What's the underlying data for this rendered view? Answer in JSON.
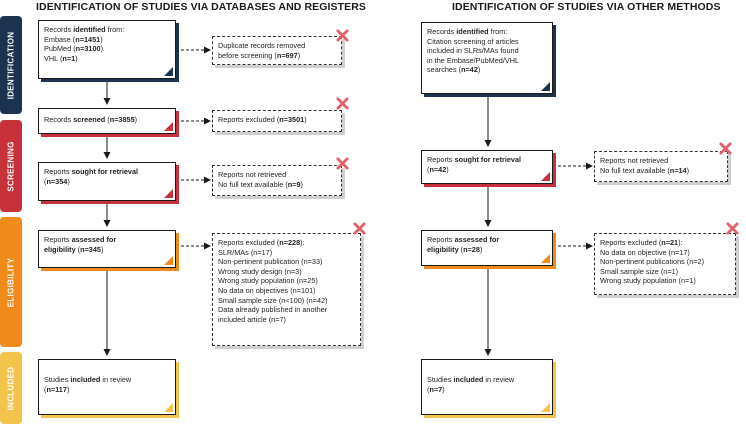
{
  "titles": {
    "left": "IDENTIFICATION OF STUDIES VIA DATABASES AND REGISTERS",
    "right": "IDENTIFICATION OF STUDIES VIA OTHER METHODS"
  },
  "phases": {
    "identification": "IDENTIFICATION",
    "screening": "SCREENING",
    "eligibility": "ELIGIBILITY",
    "included": "INCLUDED"
  },
  "colors": {
    "navy": "#1c3350",
    "red": "#c8303a",
    "orange": "#ef8a1b",
    "yellow": "#f2c44b",
    "xmark": "#e0606a"
  },
  "left": {
    "identified": {
      "pre": "Records ",
      "bold": "identified",
      "post": " from:",
      "rows": [
        {
          "label": "Embase (",
          "n": "n=1451",
          "close": ")"
        },
        {
          "label": "PubMed (",
          "n": "n=3100",
          "close": ")"
        },
        {
          "label": "VHL (",
          "n": "n=1",
          "close": ")"
        }
      ]
    },
    "duplicates": {
      "line1": "Duplicate records removed",
      "line2_pre": "before screening (",
      "n": "n=697",
      "close": ")"
    },
    "screened": {
      "pre": "Records ",
      "bold": "screened",
      "mid": " (",
      "n": "n=3855",
      "close": ")"
    },
    "screen_excluded": {
      "pre": "Reports excluded (",
      "n": "n=3501",
      "close": ")"
    },
    "sought": {
      "pre": "Reports ",
      "bold": "sought for retrieval",
      "line2_pre": "(",
      "n": "n=354",
      "close": ")"
    },
    "not_retrieved": {
      "line1": "Reports not retrieved",
      "line2_pre": "No full text available (",
      "n": "n=9",
      "close": ")"
    },
    "assessed": {
      "pre": "Reports ",
      "bold": "assessed for",
      "bold2": "eligibility",
      "mid": " (",
      "n": "n=345",
      "close": ")"
    },
    "elig_excluded": {
      "pre": "Reports excluded (",
      "n": "n=228",
      "close": "):",
      "items": [
        "SLR/MAs (n=17)",
        "Non-pertinent publication (n=33)",
        "Wrong study design (n=3)",
        "Wrong study population (n=25)",
        "No data on objectives (n=101)",
        "Small sample size (n<100) (n=42)",
        "Data already published in another",
        "included article (n=7)"
      ]
    },
    "included": {
      "pre": "Studies ",
      "bold": "included",
      "post": " in review",
      "line2_pre": "(",
      "n": "n=117",
      "close": ")"
    }
  },
  "right": {
    "identified": {
      "line1": "Records ",
      "bold": "identified",
      "post": " from:",
      "lines": [
        "Citation screening of articles",
        "included in SLRs/MAs found",
        "in the Embase/PubMed/VHL"
      ],
      "last_pre": "searches (",
      "n": "n=42",
      "close": ")"
    },
    "sought": {
      "pre": "Reports ",
      "bold": "sought for retrieval",
      "line2_pre": "(",
      "n": "n=42",
      "close": ")"
    },
    "not_retrieved": {
      "line1": "Reports not retrieved",
      "line2_pre": "No full text available (",
      "n": "n=14",
      "close": ")"
    },
    "assessed": {
      "pre": "Reports ",
      "bold": "assessed for",
      "bold2": "eligibility",
      "mid": " (",
      "n": "n=28",
      "close": ")"
    },
    "elig_excluded": {
      "pre": "Reports excluded (",
      "n": "n=21",
      "close": "):",
      "items": [
        "No data on objective (n=17)",
        "Non-pertinent publications (n=2)",
        "Small sample size (n=1)",
        "Wrong study population (n=1)"
      ]
    },
    "included": {
      "pre": "Studies ",
      "bold": "included",
      "post": " in review",
      "line2_pre": "(",
      "n": "n=7",
      "close": ")"
    }
  }
}
